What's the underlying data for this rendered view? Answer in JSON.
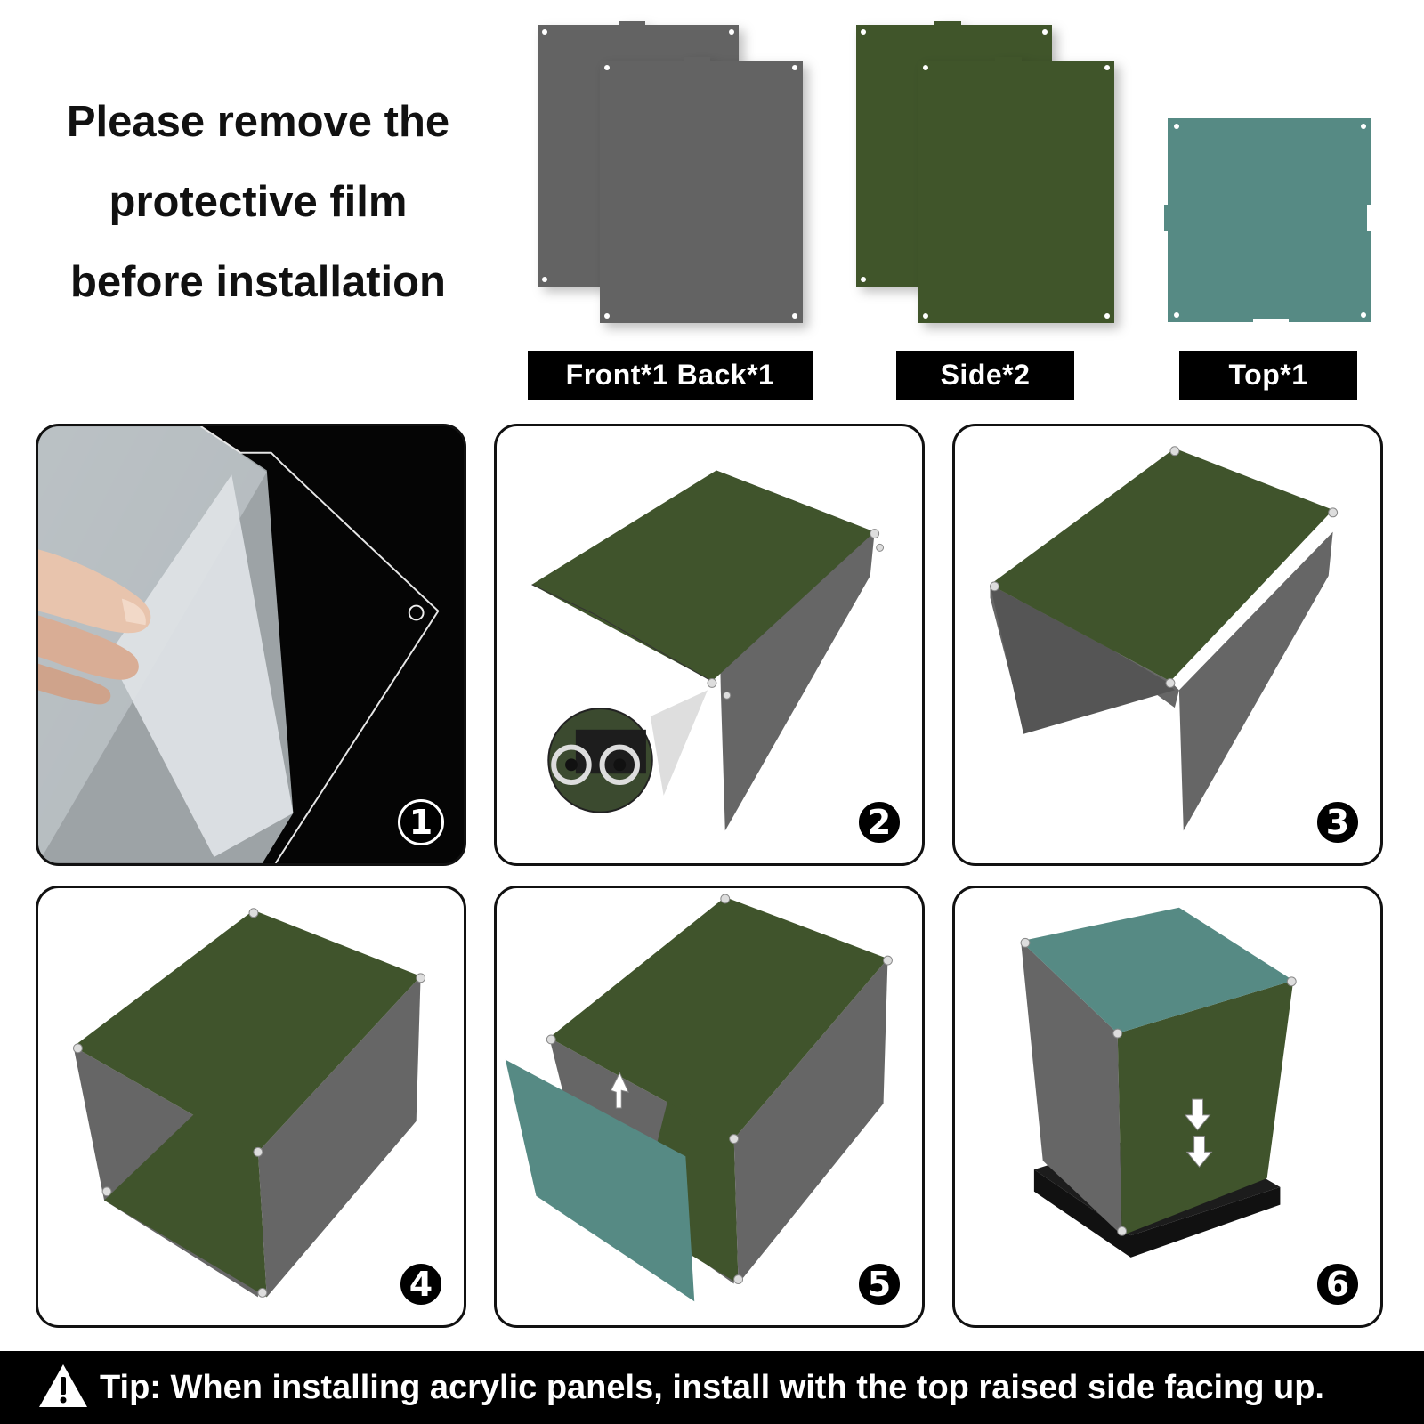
{
  "headline": {
    "lines": [
      "Please remove the",
      "protective film",
      "before installation"
    ]
  },
  "panels": [
    {
      "caption": "Front*1 Back*1",
      "color": "#636363",
      "icon": "gray-panel-pair"
    },
    {
      "caption": "Side*2",
      "color": "#40542c",
      "icon": "green-panel-pair"
    },
    {
      "caption": "Top*1",
      "color": "#568a84",
      "icon": "teal-top-panel"
    }
  ],
  "steps": [
    {
      "number": "1",
      "description": "peel-protective-film"
    },
    {
      "number": "2",
      "description": "attach-side-panel-with-corner-connector"
    },
    {
      "number": "3",
      "description": "attach-second-side-panel"
    },
    {
      "number": "4",
      "description": "attach-back-panel"
    },
    {
      "number": "5",
      "description": "insert-front-panel"
    },
    {
      "number": "6",
      "description": "place-top-and-set-on-base"
    }
  ],
  "tip": {
    "icon": "warning-icon",
    "text": "Tip: When installing acrylic panels, install with the top raised side facing up."
  },
  "colors": {
    "gray_panel": "#636363",
    "green_panel": "#40542c",
    "teal_panel": "#568a84",
    "base": "#111111"
  }
}
